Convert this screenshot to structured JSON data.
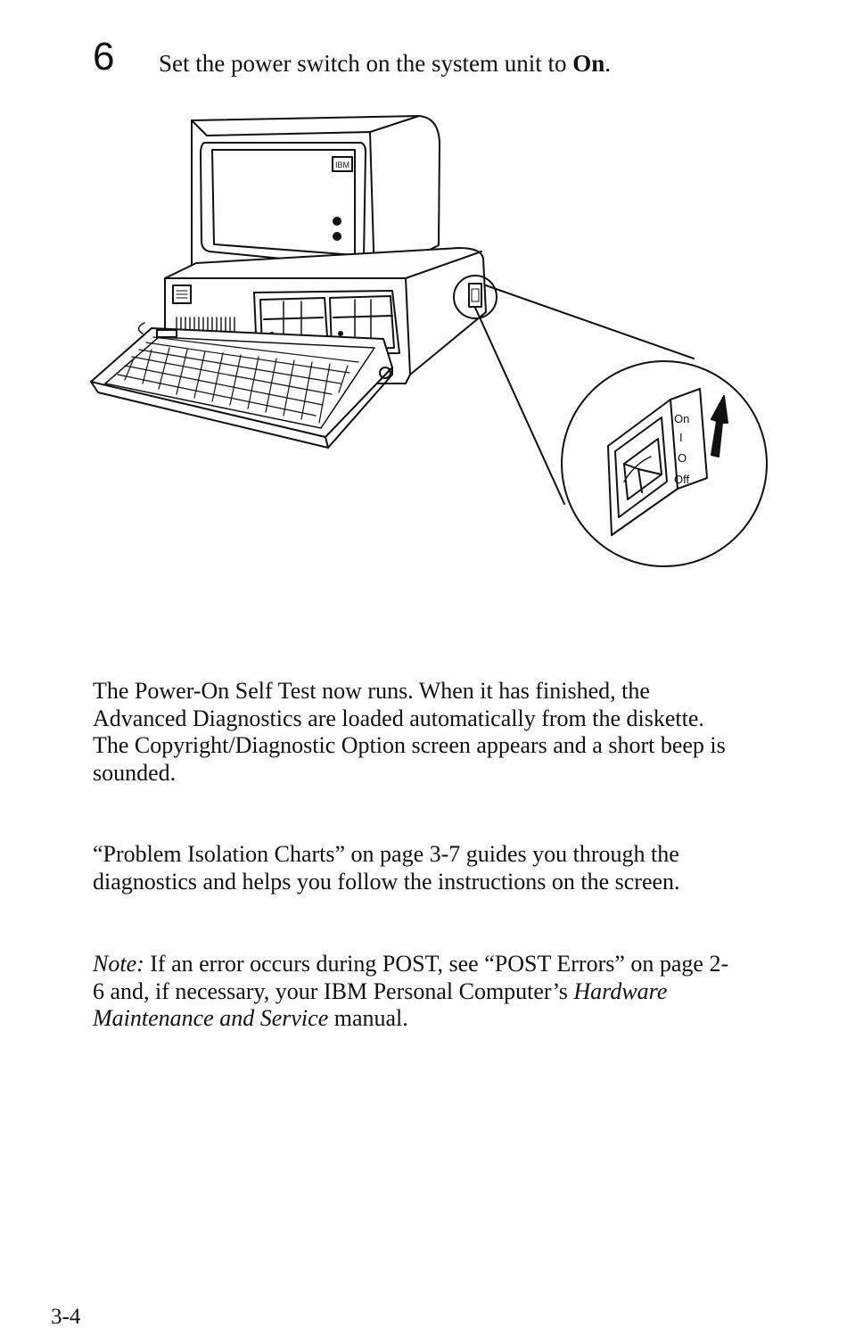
{
  "step": {
    "number": "6",
    "text_before": "Set the power switch on the system unit to ",
    "text_bold": "On",
    "text_after": "."
  },
  "illustration": {
    "monitor_logo": "IBM",
    "switch_label_on": "On",
    "switch_label_i": "I",
    "switch_label_o": "O",
    "switch_label_off": "Off"
  },
  "paragraphs": {
    "p1": "The Power-On Self Test now runs.  When it has finished, the Advanced Diagnostics are loaded automatically from the diskette.  The Copyright/Diagnostic Option screen appears and a short beep is sounded.",
    "p2": "“Problem Isolation Charts” on page  3-7 guides you through the diagnostics and helps you follow the instructions on the screen."
  },
  "note": {
    "label": "Note:",
    "text1": "  If an error occurs during POST, see “POST Errors” on page  2-6 and, if necessary, your IBM Personal Computer’s ",
    "manual_title": "Hardware Maintenance and Service",
    "text2": " manual."
  },
  "page_number": "3-4"
}
